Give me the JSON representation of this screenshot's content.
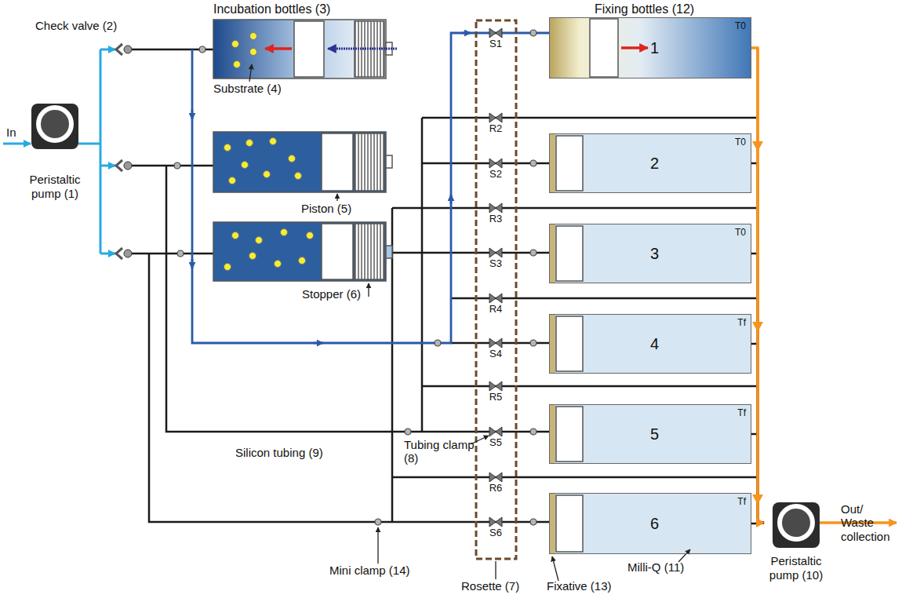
{
  "diagram": {
    "nodes": [
      {
        "text": [
          "Peristaltic pump (1)"
        ]
      },
      {
        "text": [
          "1",
          "T0"
        ]
      },
      {
        "text": [
          "2",
          "T0"
        ]
      },
      {
        "text": [
          "3",
          "T0"
        ]
      },
      {
        "text": [
          "4",
          "Tf"
        ]
      },
      {
        "text": [
          "5",
          "Tf"
        ]
      },
      {
        "text": [
          "6",
          "Tf"
        ]
      },
      {
        "text": [
          "Peristaltic pump (10)"
        ]
      }
    ],
    "edges": [
      {
        "from": 1,
        "to": 7,
        "arrow": "to"
      },
      {
        "from": 2,
        "to": 7,
        "arrow": "to"
      },
      {
        "from": 3,
        "to": 7,
        "arrow": "to"
      },
      {
        "from": 4,
        "to": 7,
        "arrow": "to"
      },
      {
        "from": 5,
        "to": 7,
        "arrow": "to"
      },
      {
        "from": 6,
        "to": 7,
        "arrow": "to"
      }
    ],
    "labels": [
      "Incubation bottles (3)",
      "Fixing bottles (12)",
      "Check valve (2)",
      "In",
      "Substrate (4)",
      "Piston (5)",
      "Stopper (6)",
      "S1",
      "R2",
      "S2",
      "R3",
      "S3",
      "R4",
      "S4",
      "R5",
      "S5",
      "R6",
      "S6",
      "Silicon tubing (9)",
      "Tubing clamp (8)",
      "Mini clamp (14)",
      "Rosette (7)",
      "Fixative (13)",
      "Milli-Q (11)",
      "Out/ Waste collection"
    ]
  }
}
